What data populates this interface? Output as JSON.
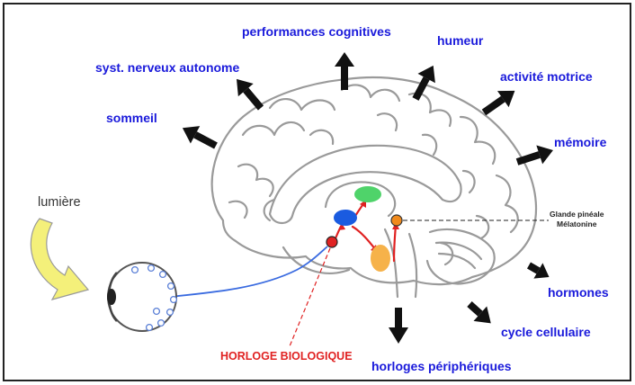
{
  "labels": {
    "cognitive": "performances cognitives",
    "mood": "humeur",
    "autonomic": "syst. nerveux autonome",
    "motor": "activité motrice",
    "sleep": "sommeil",
    "memory": "mémoire",
    "light": "lumière",
    "gland_line1": "Glande pinéale",
    "gland_line2": "Mélatonine",
    "hormones": "hormones",
    "cell_cycle": "cycle cellulaire",
    "peripheral_clocks": "horloges périphériques",
    "biological_clock": "HORLOGE BIOLOGIQUE"
  },
  "colors": {
    "label_blue": "#1a1adb",
    "clock_red": "#e02222",
    "nucleus_blue": "#1a5be0",
    "nucleus_green": "#4fd36a",
    "nucleus_orange": "#f6b24a",
    "pineal_orange": "#f08a1c",
    "light_arrow_yellow": "#f4f07a",
    "frame_border": "#222222"
  }
}
